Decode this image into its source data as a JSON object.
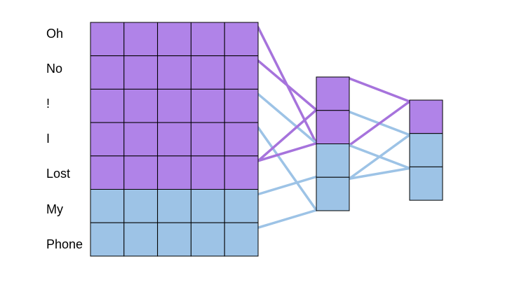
{
  "words": [
    "Oh",
    "No",
    "!",
    "I",
    "Lost",
    "My",
    "Phone"
  ],
  "colors": {
    "purple": "#b083e8",
    "blue": "#9dc3e6",
    "purple_line": "#a673dc",
    "blue_line": "#9dc3e6",
    "cell_border": "#000000",
    "background": "#ffffff"
  },
  "input_matrix": {
    "columns": 5,
    "row_colors": [
      "purple",
      "purple",
      "purple",
      "purple",
      "purple",
      "blue",
      "blue"
    ]
  },
  "layer_1": {
    "cell_colors": [
      "purple",
      "purple",
      "blue",
      "blue"
    ]
  },
  "layer_2": {
    "cell_colors": [
      "purple",
      "blue",
      "blue"
    ]
  },
  "connections_1": [
    {
      "from_row": 0,
      "to_cell": 1,
      "color": "purple"
    },
    {
      "from_row": 1,
      "to_cell": 0,
      "color": "purple"
    },
    {
      "from_row": 2,
      "to_cell": 1,
      "color": "blue"
    },
    {
      "from_row": 3,
      "to_cell": 3,
      "color": "blue"
    },
    {
      "from_row": 4,
      "to_cell": 0,
      "color": "purple"
    },
    {
      "from_row": 4,
      "to_cell": 1,
      "color": "purple"
    },
    {
      "from_row": 5,
      "to_cell": 2,
      "color": "blue"
    },
    {
      "from_row": 6,
      "to_cell": 3,
      "color": "blue"
    }
  ],
  "connections_2": [
    {
      "from_cell": 0,
      "to_cell": 0,
      "color": "purple"
    },
    {
      "from_cell": 1,
      "to_cell": 1,
      "color": "blue"
    },
    {
      "from_cell": 2,
      "to_cell": 0,
      "color": "purple"
    },
    {
      "from_cell": 2,
      "to_cell": 2,
      "color": "blue"
    },
    {
      "from_cell": 3,
      "to_cell": 1,
      "color": "blue"
    },
    {
      "from_cell": 3,
      "to_cell": 2,
      "color": "blue"
    }
  ]
}
